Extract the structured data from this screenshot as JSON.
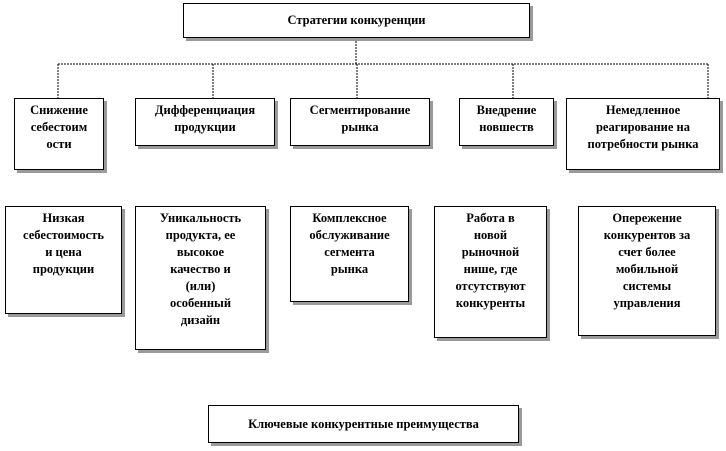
{
  "title": "Стратегии конкуренции",
  "strategies": [
    {
      "label": "Снижение\nсебестоим\nости"
    },
    {
      "label": "Дифференциация\nпродукции"
    },
    {
      "label": "Сегментирование\nрынка"
    },
    {
      "label": "Внедрение\nновшеств"
    },
    {
      "label": "Немедленное\nреагирование на\nпотребности рынка"
    }
  ],
  "advantages": [
    {
      "label": "Низкая\nсебестоимость\nи цена\nпродукции"
    },
    {
      "label": "Уникальность\nпродукта, ее\nвысокое\nкачество и\n(или)\nособенный\nдизайн"
    },
    {
      "label": "Комплексное\nобслуживание\nсегмента\nрынка"
    },
    {
      "label": "Работа в\nновой\nрыночной\nнише, где\nотсутствуют\nконкуренты"
    },
    {
      "label": "Опережение\nконкурентов за\nсчет более\nмобильной\nсистемы\nуправления"
    }
  ],
  "footer": "Ключевые конкурентные преимущества"
}
